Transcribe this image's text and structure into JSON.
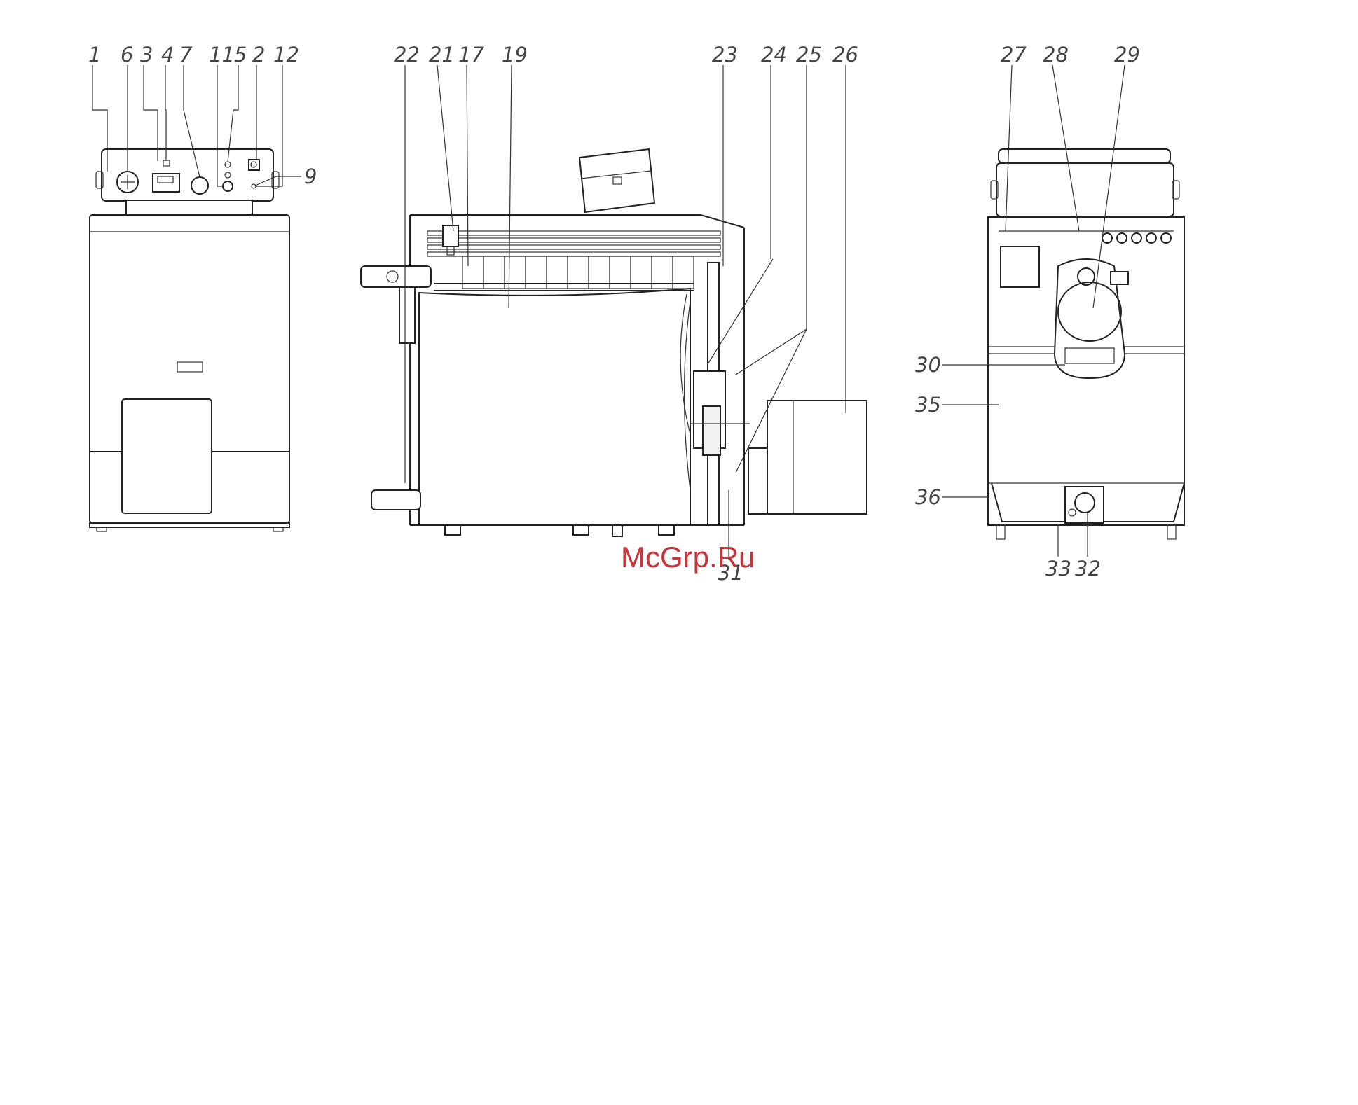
{
  "callouts": {
    "front": [
      "1",
      "6",
      "3",
      "4",
      "7",
      "11",
      "5",
      "2",
      "12",
      "9"
    ],
    "side": [
      "22",
      "21",
      "17",
      "19",
      "23",
      "24",
      "25",
      "26",
      "31"
    ],
    "rear": [
      "27",
      "28",
      "29",
      "30",
      "35",
      "36",
      "33",
      "32"
    ]
  },
  "watermark": "McGrp.Ru",
  "colors": {
    "line": "#222222",
    "label": "#444444",
    "watermark": "#c8343b"
  }
}
